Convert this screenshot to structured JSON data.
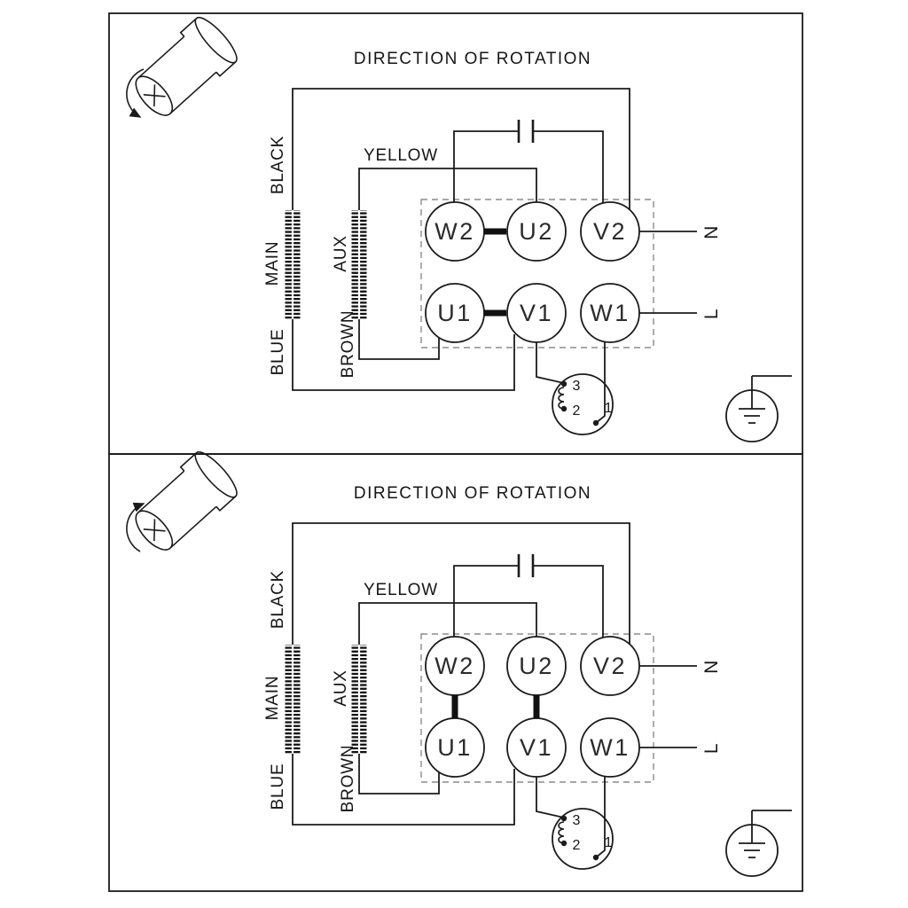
{
  "diagram": {
    "type": "single-phase-motor-wiring-diagram",
    "colors": {
      "line": "#1b1b1b",
      "dashed_box": "#8c8c8c",
      "background": "#ffffff",
      "coil_fill": "#111111"
    }
  },
  "panels": [
    {
      "title": "DIRECTION OF ROTATION",
      "rotation": "counterclockwise",
      "wires": {
        "black": "BLACK",
        "yellow": "YELLOW",
        "brown": "BROWN",
        "blue": "BLUE"
      },
      "windings": {
        "main": "MAIN",
        "aux": "AUX"
      },
      "terminals": {
        "w2": "W2",
        "u2": "U2",
        "v2": "V2",
        "u1": "U1",
        "v1": "V1",
        "w1": "W1"
      },
      "links": [
        [
          "W2",
          "U2"
        ],
        [
          "U1",
          "V1"
        ]
      ],
      "supply": {
        "neutral": "N",
        "line": "L"
      },
      "protector": {
        "t3": "3",
        "t2": "2",
        "t1": "1"
      }
    },
    {
      "title": "DIRECTION OF ROTATION",
      "rotation": "clockwise",
      "wires": {
        "black": "BLACK",
        "yellow": "YELLOW",
        "brown": "BROWN",
        "blue": "BLUE"
      },
      "windings": {
        "main": "MAIN",
        "aux": "AUX"
      },
      "terminals": {
        "w2": "W2",
        "u2": "U2",
        "v2": "V2",
        "u1": "U1",
        "v1": "V1",
        "w1": "W1"
      },
      "links": [
        [
          "W2",
          "U1"
        ],
        [
          "U2",
          "V1"
        ]
      ],
      "supply": {
        "neutral": "N",
        "line": "L"
      },
      "protector": {
        "t3": "3",
        "t2": "2",
        "t1": "1"
      }
    }
  ]
}
